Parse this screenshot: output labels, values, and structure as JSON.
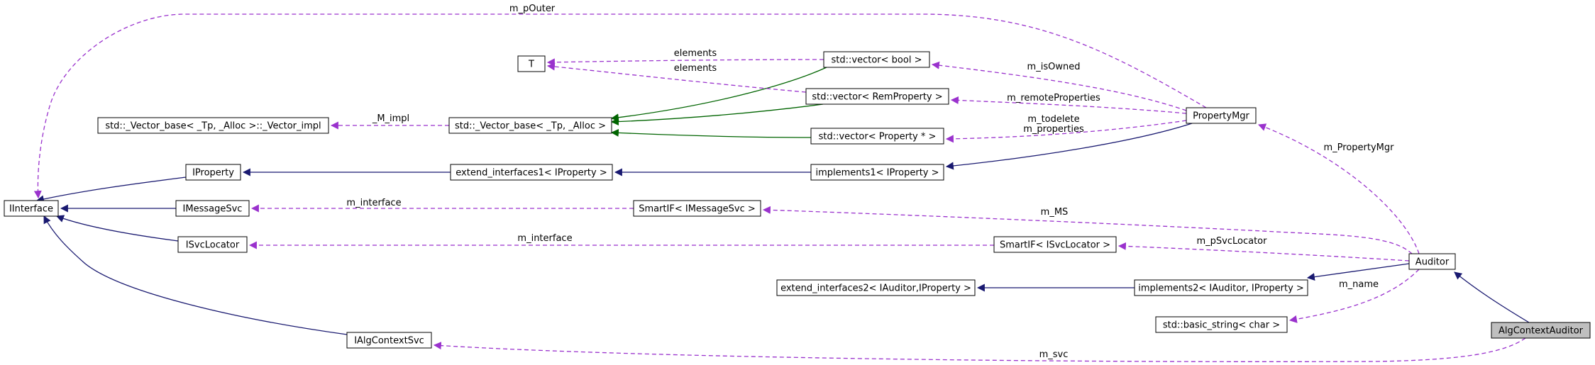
{
  "diagram": {
    "nodes": [
      {
        "id": "IInterface",
        "label": "IInterface"
      },
      {
        "id": "IProperty",
        "label": "IProperty"
      },
      {
        "id": "IMessageSvc",
        "label": "IMessageSvc"
      },
      {
        "id": "ISvcLocator",
        "label": "ISvcLocator"
      },
      {
        "id": "IAlgContextSvc",
        "label": "IAlgContextSvc"
      },
      {
        "id": "VectorImpl",
        "label": "std::_Vector_base< _Tp, _Alloc >::_Vector_impl"
      },
      {
        "id": "VectorBase",
        "label": "std::_Vector_base< _Tp, _Alloc >"
      },
      {
        "id": "T",
        "label": "T",
        "placeholder": true
      },
      {
        "id": "VecBool",
        "label": "std::vector< bool >"
      },
      {
        "id": "VecRem",
        "label": "std::vector< RemProperty >"
      },
      {
        "id": "VecProp",
        "label": "std::vector< Property * >"
      },
      {
        "id": "ExtIface1",
        "label": "extend_interfaces1< IProperty >"
      },
      {
        "id": "Impl1",
        "label": "implements1< IProperty >"
      },
      {
        "id": "SmartMsg",
        "label": "SmartIF< IMessageSvc >"
      },
      {
        "id": "SmartSvc",
        "label": "SmartIF< ISvcLocator >"
      },
      {
        "id": "PropertyMgr",
        "label": "PropertyMgr"
      },
      {
        "id": "ExtIface2",
        "label": "extend_interfaces2< IAuditor,IProperty >"
      },
      {
        "id": "Impl2",
        "label": "implements2< IAuditor, IProperty >"
      },
      {
        "id": "BasicString",
        "label": "std::basic_string< char >"
      },
      {
        "id": "Auditor",
        "label": "Auditor"
      },
      {
        "id": "AlgContextAuditor",
        "label": "AlgContextAuditor",
        "highlight": true
      }
    ],
    "edges": [
      {
        "id": "e-iprop-iiface",
        "from": "IProperty",
        "to": "IInterface",
        "kind": "inherit"
      },
      {
        "id": "e-imsg-iiface",
        "from": "IMessageSvc",
        "to": "IInterface",
        "kind": "inherit"
      },
      {
        "id": "e-isvc-iiface",
        "from": "ISvcLocator",
        "to": "IInterface",
        "kind": "inherit"
      },
      {
        "id": "e-ialg-iiface",
        "from": "IAlgContextSvc",
        "to": "IInterface",
        "kind": "inherit"
      },
      {
        "id": "e-ext1-iprop",
        "from": "ExtIface1",
        "to": "IProperty",
        "kind": "inherit"
      },
      {
        "id": "e-impl1-ext1",
        "from": "Impl1",
        "to": "ExtIface1",
        "kind": "inherit"
      },
      {
        "id": "e-pmgr-impl1",
        "from": "PropertyMgr",
        "to": "Impl1",
        "kind": "inherit"
      },
      {
        "id": "e-impl2-ext2",
        "from": "Impl2",
        "to": "ExtIface2",
        "kind": "inherit"
      },
      {
        "id": "e-aud-impl2",
        "from": "Auditor",
        "to": "Impl2",
        "kind": "inherit"
      },
      {
        "id": "e-aca-aud",
        "from": "AlgContextAuditor",
        "to": "Auditor",
        "kind": "inherit"
      },
      {
        "id": "e-vbool-vbase",
        "from": "VecBool",
        "to": "VectorBase",
        "kind": "template"
      },
      {
        "id": "e-vrem-vbase",
        "from": "VecRem",
        "to": "VectorBase",
        "kind": "template"
      },
      {
        "id": "e-vprop-vbase",
        "from": "VecProp",
        "to": "VectorBase",
        "kind": "template"
      },
      {
        "id": "e-vbase-vimpl",
        "from": "VectorBase",
        "to": "VectorImpl",
        "kind": "use",
        "label": "_M_impl"
      },
      {
        "id": "e-vbool-t",
        "from": "VecBool",
        "to": "T",
        "kind": "use",
        "label": "elements"
      },
      {
        "id": "e-vrem-t",
        "from": "VecRem",
        "to": "T",
        "kind": "use",
        "label": "elements"
      },
      {
        "id": "e-pmgr-vbool",
        "from": "PropertyMgr",
        "to": "VecBool",
        "kind": "use",
        "label": "m_isOwned"
      },
      {
        "id": "e-pmgr-vrem",
        "from": "PropertyMgr",
        "to": "VecRem",
        "kind": "use",
        "label": "m_remoteProperties"
      },
      {
        "id": "e-pmgr-vprop",
        "from": "PropertyMgr",
        "to": "VecProp",
        "kind": "use",
        "label": "m_todelete\nm_properties"
      },
      {
        "id": "e-pmgr-iiface",
        "from": "PropertyMgr",
        "to": "IInterface",
        "kind": "use",
        "label": "m_pOuter"
      },
      {
        "id": "e-smsg-imsg",
        "from": "SmartMsg",
        "to": "IMessageSvc",
        "kind": "use",
        "label": "m_interface"
      },
      {
        "id": "e-ssvc-isvc",
        "from": "SmartSvc",
        "to": "ISvcLocator",
        "kind": "use",
        "label": "m_interface"
      },
      {
        "id": "e-aud-pmgr",
        "from": "Auditor",
        "to": "PropertyMgr",
        "kind": "use",
        "label": "m_PropertyMgr"
      },
      {
        "id": "e-aud-smsg",
        "from": "Auditor",
        "to": "SmartMsg",
        "kind": "use",
        "label": "m_MS"
      },
      {
        "id": "e-aud-ssvc",
        "from": "Auditor",
        "to": "SmartSvc",
        "kind": "use",
        "label": "m_pSvcLocator"
      },
      {
        "id": "e-aud-bstr",
        "from": "Auditor",
        "to": "BasicString",
        "kind": "use",
        "label": "m_name"
      },
      {
        "id": "e-aca-ialg",
        "from": "AlgContextAuditor",
        "to": "IAlgContextSvc",
        "kind": "use",
        "label": "m_svc"
      }
    ],
    "colors": {
      "inherit": "#191970",
      "template": "#006400",
      "use": "#9a32cd",
      "highlight_fill": "#bfbfbf",
      "node_fill": "#ffffff",
      "placeholder_stroke": "#bfbfbf"
    }
  }
}
